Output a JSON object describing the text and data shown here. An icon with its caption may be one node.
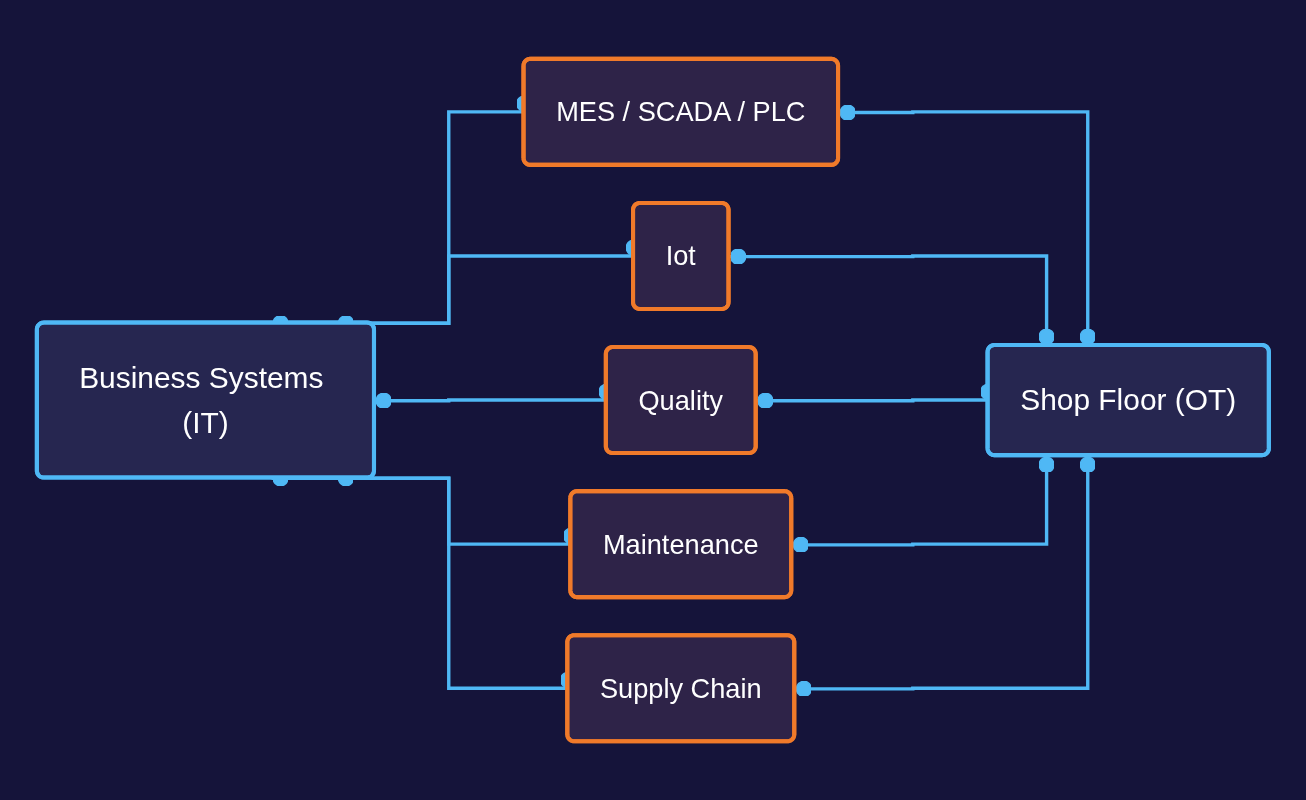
{
  "diagram": {
    "nodes": [
      {
        "text": [
          "Business Systems (IT)"
        ]
      },
      {
        "text": [
          "MES / SCADA / PLC"
        ]
      },
      {
        "text": [
          "Iot"
        ]
      },
      {
        "text": [
          "Quality"
        ]
      },
      {
        "text": [
          "Maintenance"
        ]
      },
      {
        "text": [
          "Supply Chain"
        ]
      },
      {
        "text": [
          "Shop Floor (OT)"
        ]
      }
    ],
    "edges": [
      {
        "from": 0,
        "to": 1,
        "arrow": "other"
      },
      {
        "from": 0,
        "to": 2,
        "arrow": "other"
      },
      {
        "from": 0,
        "to": 3,
        "arrow": "other"
      },
      {
        "from": 0,
        "to": 4,
        "arrow": "other"
      },
      {
        "from": 0,
        "to": 5,
        "arrow": "other"
      },
      {
        "from": 1,
        "to": 6,
        "arrow": "other"
      },
      {
        "from": 2,
        "to": 6,
        "arrow": "other"
      },
      {
        "from": 3,
        "to": 6,
        "arrow": "other"
      },
      {
        "from": 4,
        "to": 6,
        "arrow": "other"
      },
      {
        "from": 5,
        "to": 6,
        "arrow": "other"
      }
    ]
  }
}
